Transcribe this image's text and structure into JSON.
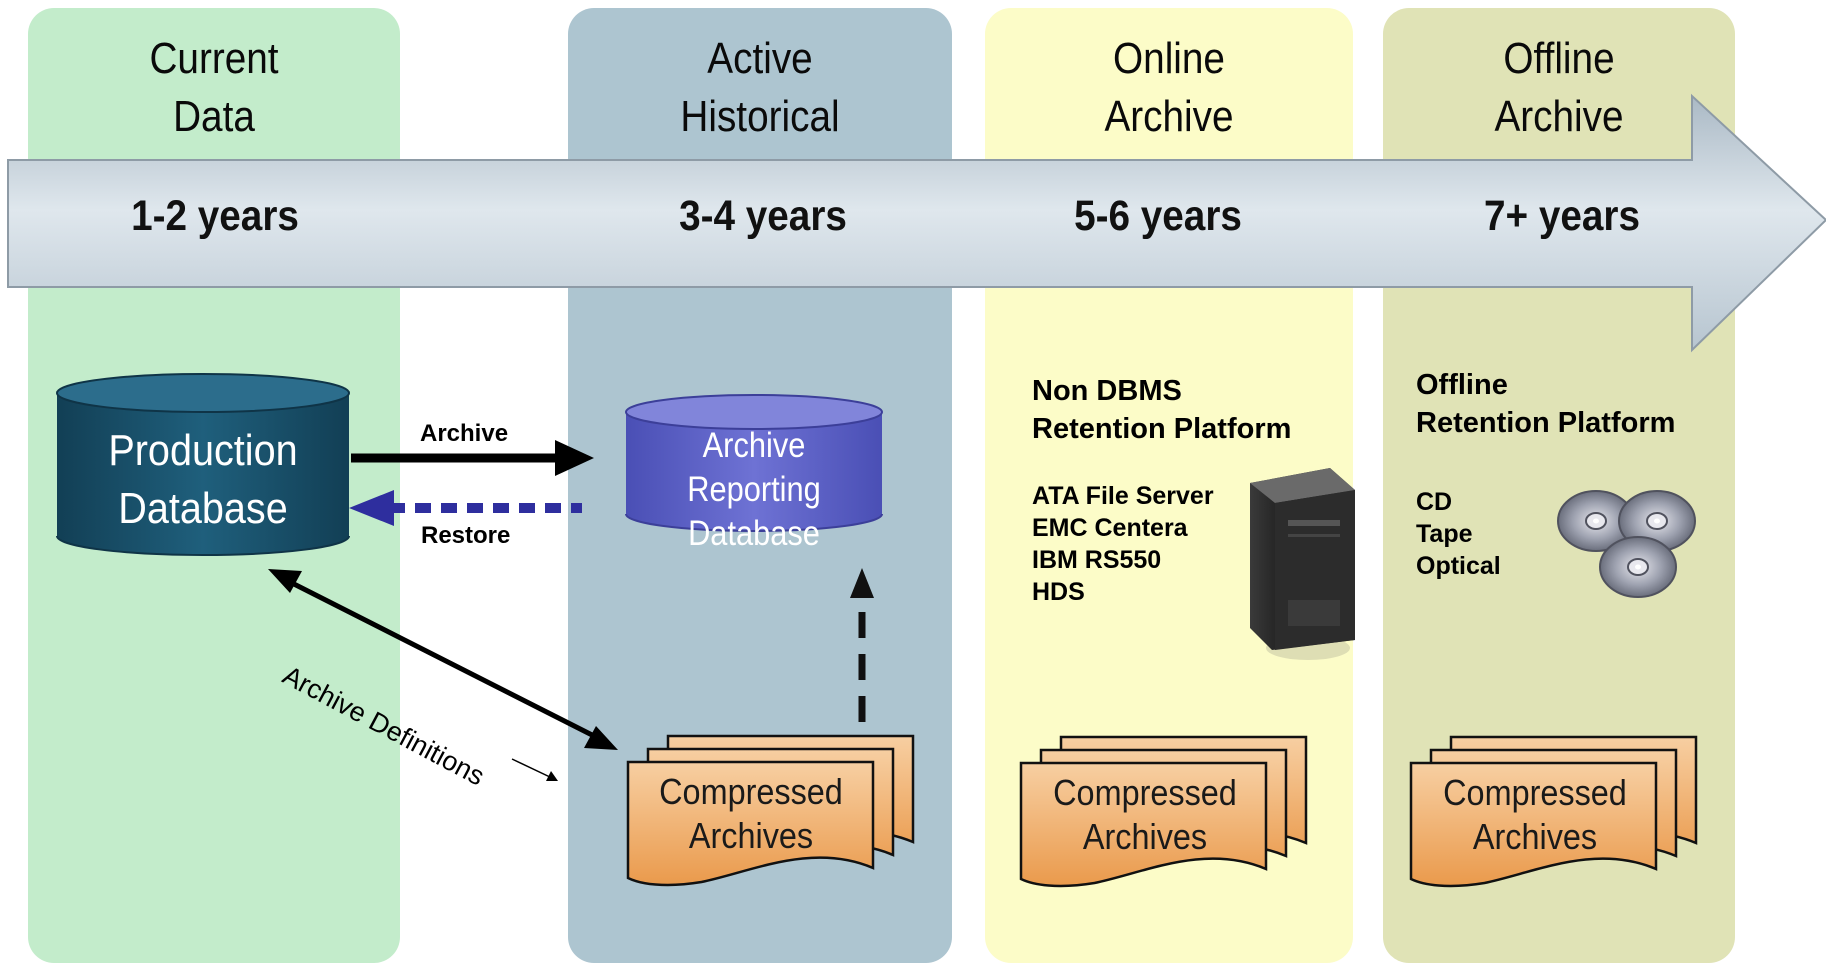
{
  "columns": [
    {
      "title": "Current\nData",
      "years": "1-2 years",
      "color": "#c3eccb"
    },
    {
      "title": "Active\nHistorical",
      "years": "3-4 years",
      "color": "#adc5d0"
    },
    {
      "title": "Online\nArchive",
      "years": "5-6 years",
      "color": "#fcfcc8"
    },
    {
      "title": "Offline\nArchive",
      "years": "7+ years",
      "color": "#e0e3b6"
    }
  ],
  "production_db": {
    "label": "Production\nDatabase",
    "color": "#1d5672"
  },
  "reporting_db": {
    "label": "Archive Reporting\nDatabase",
    "color": "#5b5fc2"
  },
  "flows": {
    "archive": "Archive",
    "restore": "Restore",
    "definitions": "Archive Definitions"
  },
  "compressed_archives": "Compressed\nArchives",
  "online_platform": {
    "title": "Non DBMS\nRetention Platform",
    "items": "ATA File Server\nEMC Centera\nIBM RS550\nHDS"
  },
  "offline_platform": {
    "title": "Offline\nRetention Platform",
    "items": "CD\nTape\nOptical"
  },
  "colors": {
    "timeline_arrow": "#cdd8e0",
    "archive_doc": "#f0a860",
    "restore_arrow": "#2e2e9e"
  }
}
